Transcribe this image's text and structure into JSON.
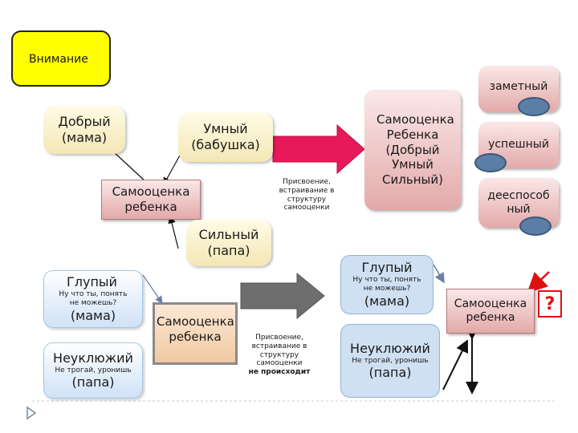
{
  "attention": "Внимание",
  "top": {
    "kind": "Добрый (мама)",
    "smart": "Умный (бабушка)",
    "strong": "Сильный (папа)",
    "self_esteem": "Самооценка ребенка",
    "process_text": "Присвоение, встраивание в структуру самооценки",
    "result": "Самооценка Ребенка (Добрый Умный Сильный)"
  },
  "traits": {
    "noticeable": "заметный",
    "successful": "успешный",
    "capable": "дееспособ ный"
  },
  "bottom": {
    "stupid_title": "Глупый",
    "stupid_sub": "Ну что ты, понять не можешь?",
    "stupid_role": "(мама)",
    "clumsy_title": "Неуклюжий",
    "clumsy_sub": "Не трогай, уронишь",
    "clumsy_role": "(папа)",
    "self_esteem": "Самооценка ребенка",
    "process_text": "Присвоение, встраивание в структуру самооценки",
    "process_not": "не происходит",
    "right_self_esteem": "Самооценка ребенка",
    "question": "?"
  },
  "colors": {
    "yellow": "#ffff00",
    "arrow_pink": "#e8195a",
    "arrow_gray": "#6e6e6e",
    "ellipse": "#5b7ea6",
    "question_red": "#dd1111"
  }
}
